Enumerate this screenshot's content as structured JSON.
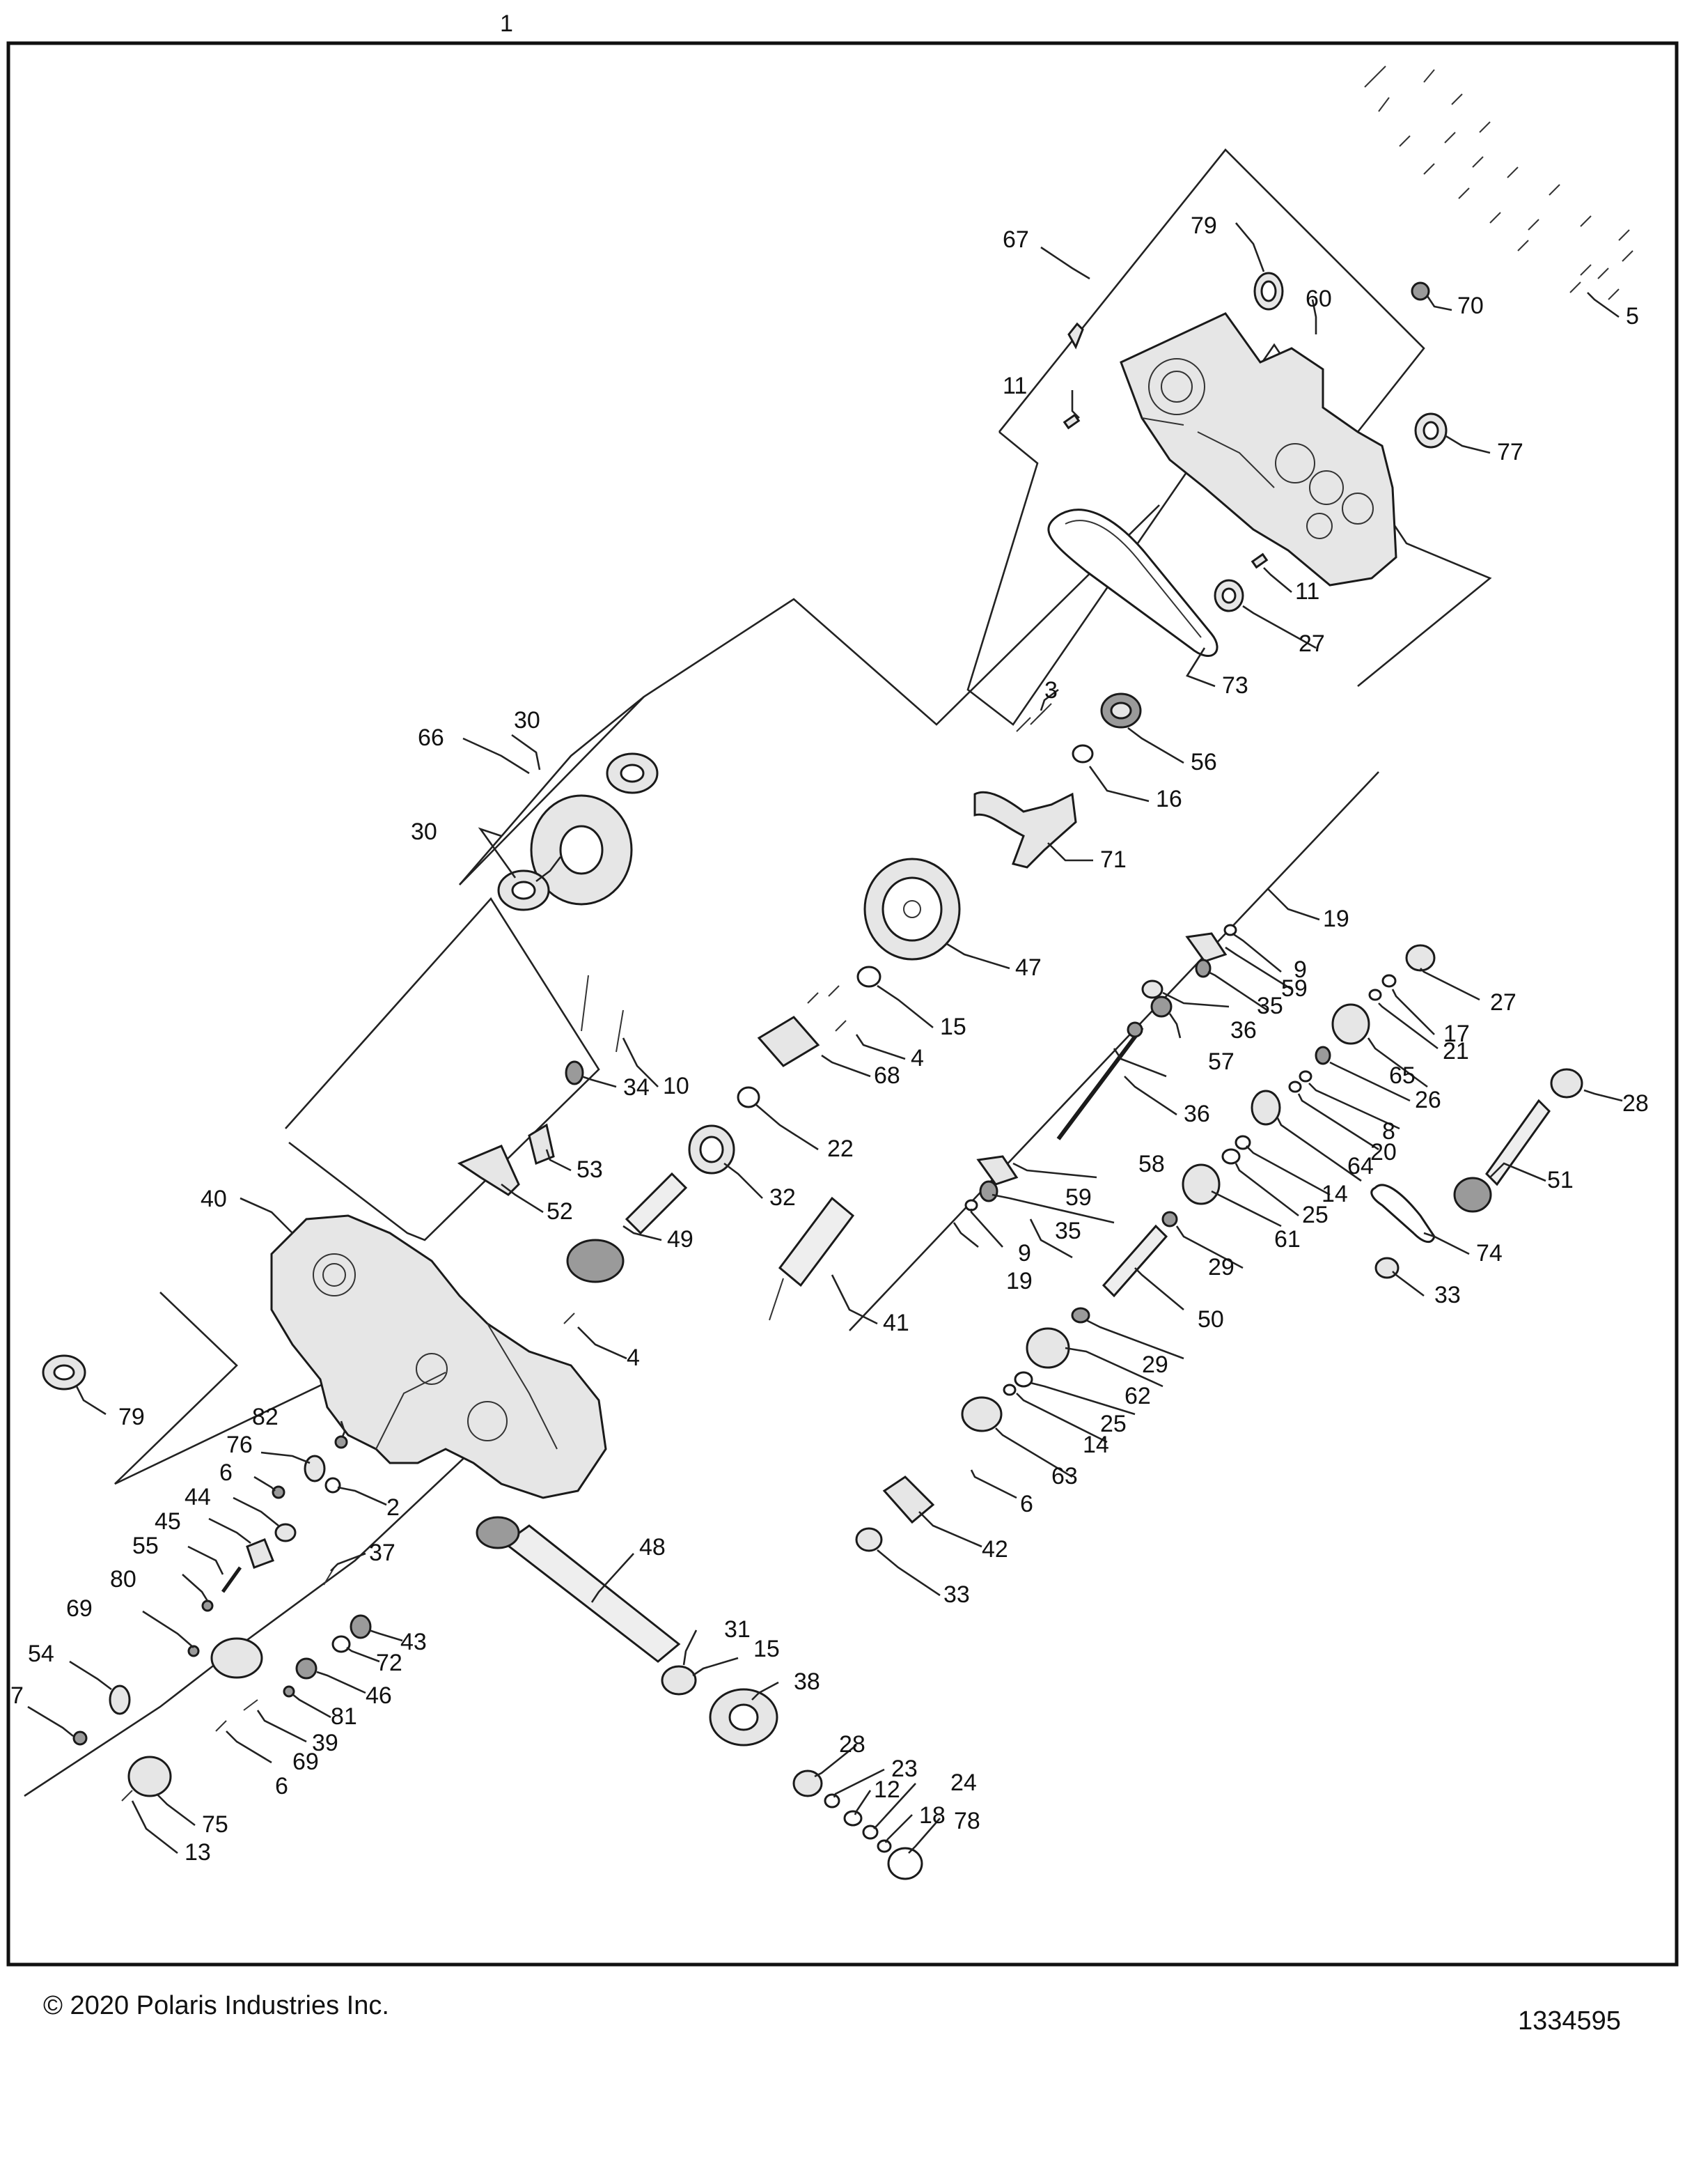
{
  "footer": {
    "copyright": "© 2020 Polaris Industries Inc.",
    "document_number": "1334595"
  },
  "callouts": {
    "c1": "1",
    "c2": "2",
    "c3": "3",
    "c4a": "4",
    "c4b": "4",
    "c5": "5",
    "c6a": "6",
    "c6b": "6",
    "c6c": "6",
    "c7": "7",
    "c8": "8",
    "c9a": "9",
    "c9b": "9",
    "c10": "10",
    "c11a": "11",
    "c11b": "11",
    "c12": "12",
    "c13": "13",
    "c14a": "14",
    "c14b": "14",
    "c15a": "15",
    "c15b": "15",
    "c16": "16",
    "c17": "17",
    "c18": "18",
    "c19a": "19",
    "c19b": "19",
    "c20": "20",
    "c21": "21",
    "c22": "22",
    "c23": "23",
    "c24": "24",
    "c25a": "25",
    "c25b": "25",
    "c26": "26",
    "c27a": "27",
    "c27b": "27",
    "c28a": "28",
    "c28b": "28",
    "c29a": "29",
    "c29b": "29",
    "c30a": "30",
    "c30b": "30",
    "c31": "31",
    "c32": "32",
    "c33a": "33",
    "c33b": "33",
    "c34": "34",
    "c35a": "35",
    "c35b": "35",
    "c36a": "36",
    "c36b": "36",
    "c37": "37",
    "c38": "38",
    "c39": "39",
    "c40": "40",
    "c41": "41",
    "c42": "42",
    "c43": "43",
    "c44": "44",
    "c45": "45",
    "c46": "46",
    "c47": "47",
    "c48": "48",
    "c49": "49",
    "c50": "50",
    "c51": "51",
    "c52": "52",
    "c53": "53",
    "c54": "54",
    "c55": "55",
    "c56": "56",
    "c57": "57",
    "c58": "58",
    "c59a": "59",
    "c59b": "59",
    "c60": "60",
    "c61": "61",
    "c62": "62",
    "c63": "63",
    "c64": "64",
    "c65": "65",
    "c66": "66",
    "c67": "67",
    "c68": "68",
    "c69a": "69",
    "c69b": "69",
    "c70": "70",
    "c71": "71",
    "c72": "72",
    "c73": "73",
    "c74": "74",
    "c75": "75",
    "c76": "76",
    "c77": "77",
    "c78": "78",
    "c79a": "79",
    "c79b": "79",
    "c80": "80",
    "c81": "81",
    "c82": "82"
  }
}
